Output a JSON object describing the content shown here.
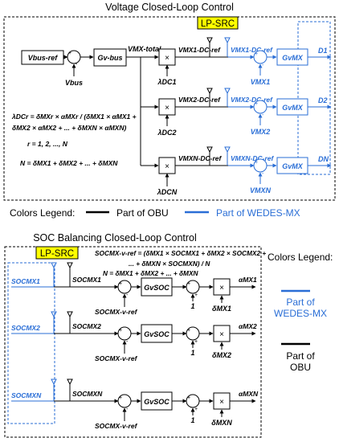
{
  "colors": {
    "blue": "#2a6ed6",
    "black": "#000000",
    "tag": "#ffff00"
  },
  "top": {
    "title": "Voltage Closed-Loop Control",
    "tag": "LP-SRC",
    "v_bus_ref": "Vbus-ref",
    "v_bus": "Vbus",
    "gv_bus": "Gv-bus",
    "v_mx_total": "VMX-total",
    "ch1": {
      "ref": "VMX1-DC-ref",
      "lambda": "λDC1",
      "ref_b": "VMX1-DC-ref",
      "v": "VMX1",
      "g": "GvMX",
      "d": "D1"
    },
    "ch2": {
      "ref": "VMX2-DC-ref",
      "lambda": "λDC2",
      "ref_b": "VMX2-DC-ref",
      "v": "VMX2",
      "g": "GvMX",
      "d": "D2"
    },
    "chn": {
      "ref": "VMXN-DC-ref",
      "lambda": "λDCN",
      "ref_b": "VMXN-DC-ref",
      "v": "VMXN",
      "g": "GvMX",
      "d": "DN"
    },
    "eq1": "λDCr = δMXr × αMXr / (δMX1 × αMX1 +",
    "eq2": "δMX2 × αMX2 + ... + δMXN × αMXN)",
    "eq3": "r = 1, 2, ..., N",
    "eq4": "N = δMX1 + δMX2 + ... + δMXN",
    "times": "×",
    "plus": "+",
    "minus": "-"
  },
  "legend1": {
    "label": "Colors Legend:",
    "black": "Part of  OBU",
    "blue": "Part of WEDES-MX"
  },
  "bottom": {
    "title": "SOC Balancing Closed-Loop Control",
    "tag": "LP-SRC",
    "eq1": "SOCMX-v-ref = (δMX1 × SOCMX1 + δMX2 × SOCMX2 +",
    "eq2": "... + δMXN × SOCMXN) / N",
    "eq3": "N = δMX1 + δMX2 + ... + δMXN",
    "rows": [
      {
        "soc": "SOCMX1",
        "soc_b": "SOCMX1",
        "ref": "SOCMX-v-ref",
        "g": "GvSOC",
        "one": "1",
        "alpha": "αMX1",
        "delta": "δMX1"
      },
      {
        "soc": "SOCMX2",
        "soc_b": "SOCMX2",
        "ref": "SOCMX-v-ref",
        "g": "GvSOC",
        "one": "1",
        "alpha": "αMX2",
        "delta": "δMX2"
      },
      {
        "soc": "SOCMXN",
        "soc_b": "SOCMXN",
        "ref": "SOCMX-v-ref",
        "g": "GvSOC",
        "one": "1",
        "alpha": "αMXN",
        "delta": "δMXN"
      }
    ]
  },
  "legend2": {
    "label1": "Colors Legend:",
    "blue1": "Part of",
    "blue2": "WEDES-MX",
    "black1": "Part of",
    "black2": "OBU"
  }
}
